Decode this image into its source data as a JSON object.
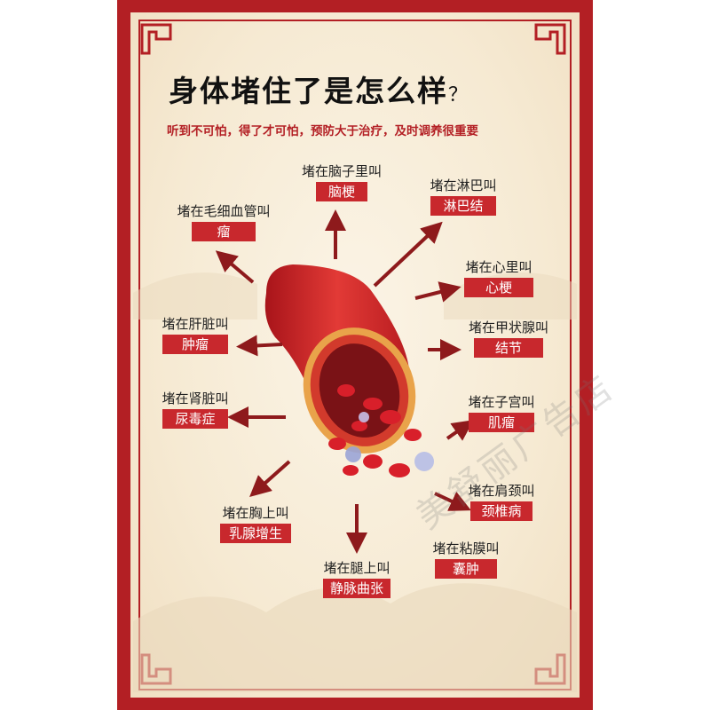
{
  "title": "身体堵住了是怎么样",
  "title_mark": "？",
  "subtitle": "听到不可怕，得了才可怕，预防大于治疗，及时调养很重要",
  "items": [
    {
      "label": "堵在脑子里叫",
      "tag": "脑梗"
    },
    {
      "label": "堵在淋巴叫",
      "tag": "淋巴结"
    },
    {
      "label": "堵在毛细血管叫",
      "tag": "瘤"
    },
    {
      "label": "堵在心里叫",
      "tag": "心梗"
    },
    {
      "label": "堵在肝脏叫",
      "tag": "肿瘤"
    },
    {
      "label": "堵在甲状腺叫",
      "tag": "结节"
    },
    {
      "label": "堵在肾脏叫",
      "tag": "尿毒症"
    },
    {
      "label": "堵在子宫叫",
      "tag": "肌瘤"
    },
    {
      "label": "堵在胸上叫",
      "tag": "乳腺增生"
    },
    {
      "label": "堵在肩颈叫",
      "tag": "颈椎病"
    },
    {
      "label": "堵在腿上叫",
      "tag": "静脉曲张"
    },
    {
      "label": "堵在粘膜叫",
      "tag": "囊肿"
    }
  ],
  "watermark": "美舒丽广告店",
  "colors": {
    "frame": "#b31f24",
    "tag_bg": "#c8282d",
    "arrow": "#8e1a1c",
    "background": "#f6ead3"
  }
}
